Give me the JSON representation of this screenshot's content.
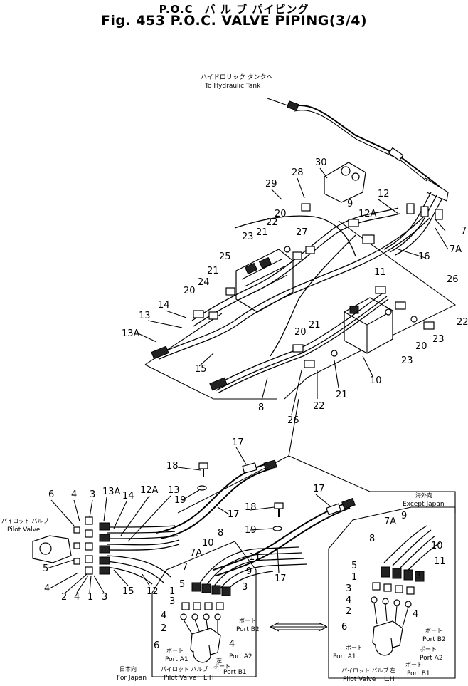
{
  "title": {
    "line1": "P.O.C　バ ル ブ パイピング",
    "line2": "Fig. 453  P.O.C. VALVE  PIPING(3/4)"
  },
  "notes": {
    "tank_jp": "ハイドロリック タンクへ",
    "tank_en": "To Hydraulic Tank",
    "pilot_jp": "パイロット バルブ",
    "pilot_en": "Pilot Valve",
    "except_jp": "海外向",
    "except_en": "Except Japan",
    "japan_jp": "日本向",
    "japan_en": "For Japan",
    "port_jp": "ポート",
    "port_a1": "Port A1",
    "port_a2": "Port A2",
    "port_b1": "Port B1",
    "port_b2": "Port B2",
    "left_jp": "左",
    "lh": "L.H"
  },
  "callouts": {
    "upper": [
      "30",
      "28",
      "29",
      "9",
      "12",
      "12A",
      "7",
      "7A",
      "20",
      "27",
      "22",
      "21",
      "23",
      "16",
      "25",
      "21",
      "24",
      "20",
      "11",
      "26",
      "14",
      "13",
      "13A",
      "21",
      "22",
      "20",
      "23",
      "20",
      "23",
      "10",
      "15",
      "8",
      "26",
      "22",
      "21"
    ],
    "lower_left": [
      "17",
      "18",
      "19",
      "17",
      "6",
      "4",
      "3",
      "13A",
      "14",
      "12A",
      "13",
      "5",
      "4",
      "2",
      "4",
      "1",
      "3",
      "15",
      "12",
      "18",
      "17",
      "19",
      "17",
      "8",
      "7A",
      "10",
      "11",
      "9",
      "7",
      "5",
      "1",
      "3",
      "3",
      "4",
      "2",
      "6",
      "4"
    ],
    "lower_right": [
      "7A",
      "9",
      "8",
      "10",
      "11",
      "5",
      "1",
      "3",
      "3",
      "4",
      "2",
      "6",
      "4"
    ]
  }
}
